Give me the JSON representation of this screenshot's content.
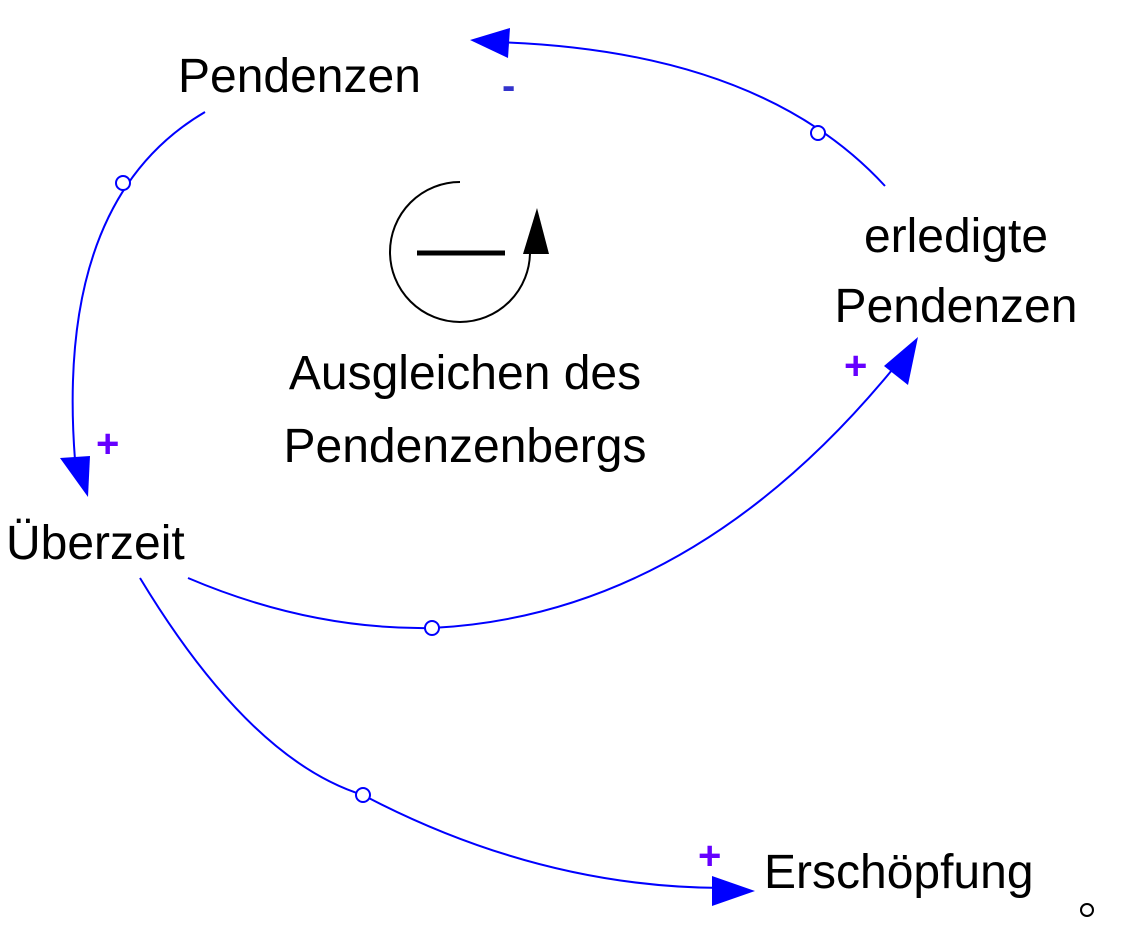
{
  "diagram": {
    "colors": {
      "link": "#0000ff",
      "plus": "#6600ff",
      "minus": "#3333cc",
      "text": "#000000"
    },
    "nodes": {
      "pendenzen": "Pendenzen",
      "erledigte_line1": "erledigte",
      "erledigte_line2": "Pendenzen",
      "ueberzeit": "Überzeit",
      "erschoepfung": "Erschöpfung"
    },
    "loop": {
      "label_line1": "Ausgleichen des",
      "label_line2": "Pendenzenbergs",
      "polarity_icon": "balancing-loop-icon"
    },
    "links": [
      {
        "from": "pendenzen",
        "to": "ueberzeit",
        "polarity": "+"
      },
      {
        "from": "ueberzeit",
        "to": "erledigte_pendenzen",
        "polarity": "+"
      },
      {
        "from": "erledigte_pendenzen",
        "to": "pendenzen",
        "polarity": "-"
      },
      {
        "from": "ueberzeit",
        "to": "erschoepfung",
        "polarity": "+"
      }
    ]
  }
}
